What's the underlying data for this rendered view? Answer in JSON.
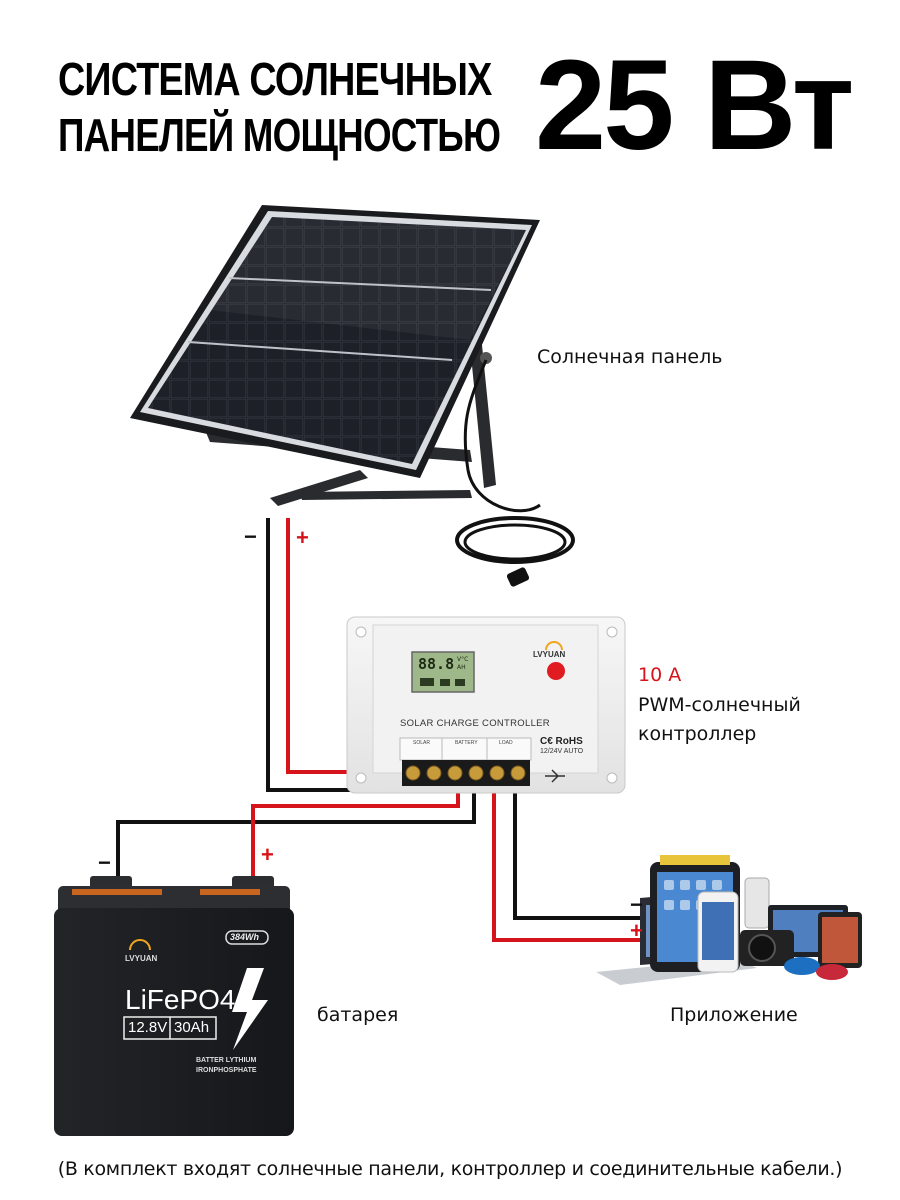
{
  "header": {
    "title_line1": "СИСТЕМА СОЛНЕЧНЫХ",
    "title_line2": "ПАНЕЛЕЙ МОЩНОСТЬЮ",
    "power": "25 Вт"
  },
  "labels": {
    "solar_panel": "Солнечная панель",
    "controller_current": "10 A",
    "controller_line1": "PWM-солнечный",
    "controller_line2": "контроллер",
    "battery": "батарея",
    "appliances": "Приложение"
  },
  "controller": {
    "display": "88.8",
    "display_unit1": "V°C",
    "display_unit2": "AH",
    "brand": "LVYUAN",
    "model": "SOLAR CHARGE CONTROLLER",
    "cert": "C€ RoHS",
    "voltage": "12/24V AUTO",
    "term_solar": "SOLAR",
    "term_battery": "BATTERY",
    "term_load": "LOAD"
  },
  "battery": {
    "brand": "LVYUAN",
    "capacity_badge": "384Wh",
    "chemistry": "LiFePO4",
    "voltage": "12.8V",
    "amp_hours": "30Ah",
    "desc1": "BATTER LYTHIUM",
    "desc2": "IRONPHOSPHATE"
  },
  "polarity": {
    "minus": "−",
    "plus": "+"
  },
  "footer": "(В комплект входят солнечные панели, контроллер и соединительные кабели.)",
  "colors": {
    "wire_red": "#d6141b",
    "wire_black": "#111111",
    "panel_cell": "#16181d",
    "battery_body": "#1c1e21"
  }
}
